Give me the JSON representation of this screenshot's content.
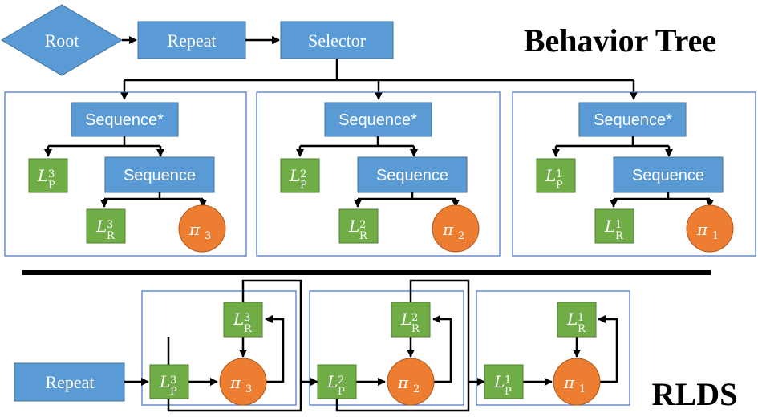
{
  "title_top": "Behavior Tree",
  "title_bottom": "RLDS",
  "nodes": {
    "root": "Root",
    "repeat_top": "Repeat",
    "selector": "Selector",
    "sequence_star": "Sequence*",
    "sequence": "Sequence",
    "repeat_bottom": "Repeat"
  },
  "symbols": {
    "L": "L",
    "pi": "π",
    "sub_P": "P",
    "sub_R": "R",
    "idx": [
      "3",
      "2",
      "1"
    ]
  },
  "colors": {
    "blue_node": "#5b9bd5",
    "green_node": "#70ad47",
    "orange_node": "#ed7d31",
    "frame": "#4472c4",
    "line": "#000000"
  }
}
